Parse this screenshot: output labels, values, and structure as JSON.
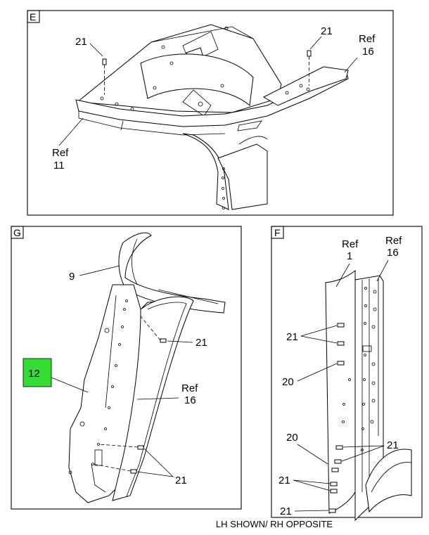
{
  "panels": {
    "E": {
      "tag": "E",
      "callouts": {
        "c21_left": "21",
        "c21_right": "21",
        "ref16_ref": "Ref",
        "ref16_num": "16",
        "ref11_ref": "Ref",
        "ref11_num": "11"
      }
    },
    "G": {
      "tag": "G",
      "callouts": {
        "c9": "9",
        "c21_top": "21",
        "c12": "12",
        "ref16_ref": "Ref",
        "ref16_num": "16",
        "c21_bottom": "21"
      },
      "highlight_color": "#33dd33"
    },
    "F": {
      "tag": "F",
      "callouts": {
        "ref1_ref": "Ref",
        "ref1_num": "1",
        "ref16_ref": "Ref",
        "ref16_num": "16",
        "c21_a": "21",
        "c20_a": "20",
        "c20_b": "20",
        "c21_b": "21",
        "c21_c": "21",
        "c21_d": "21"
      }
    }
  },
  "footer": "LH SHOWN/ RH OPPOSITE"
}
